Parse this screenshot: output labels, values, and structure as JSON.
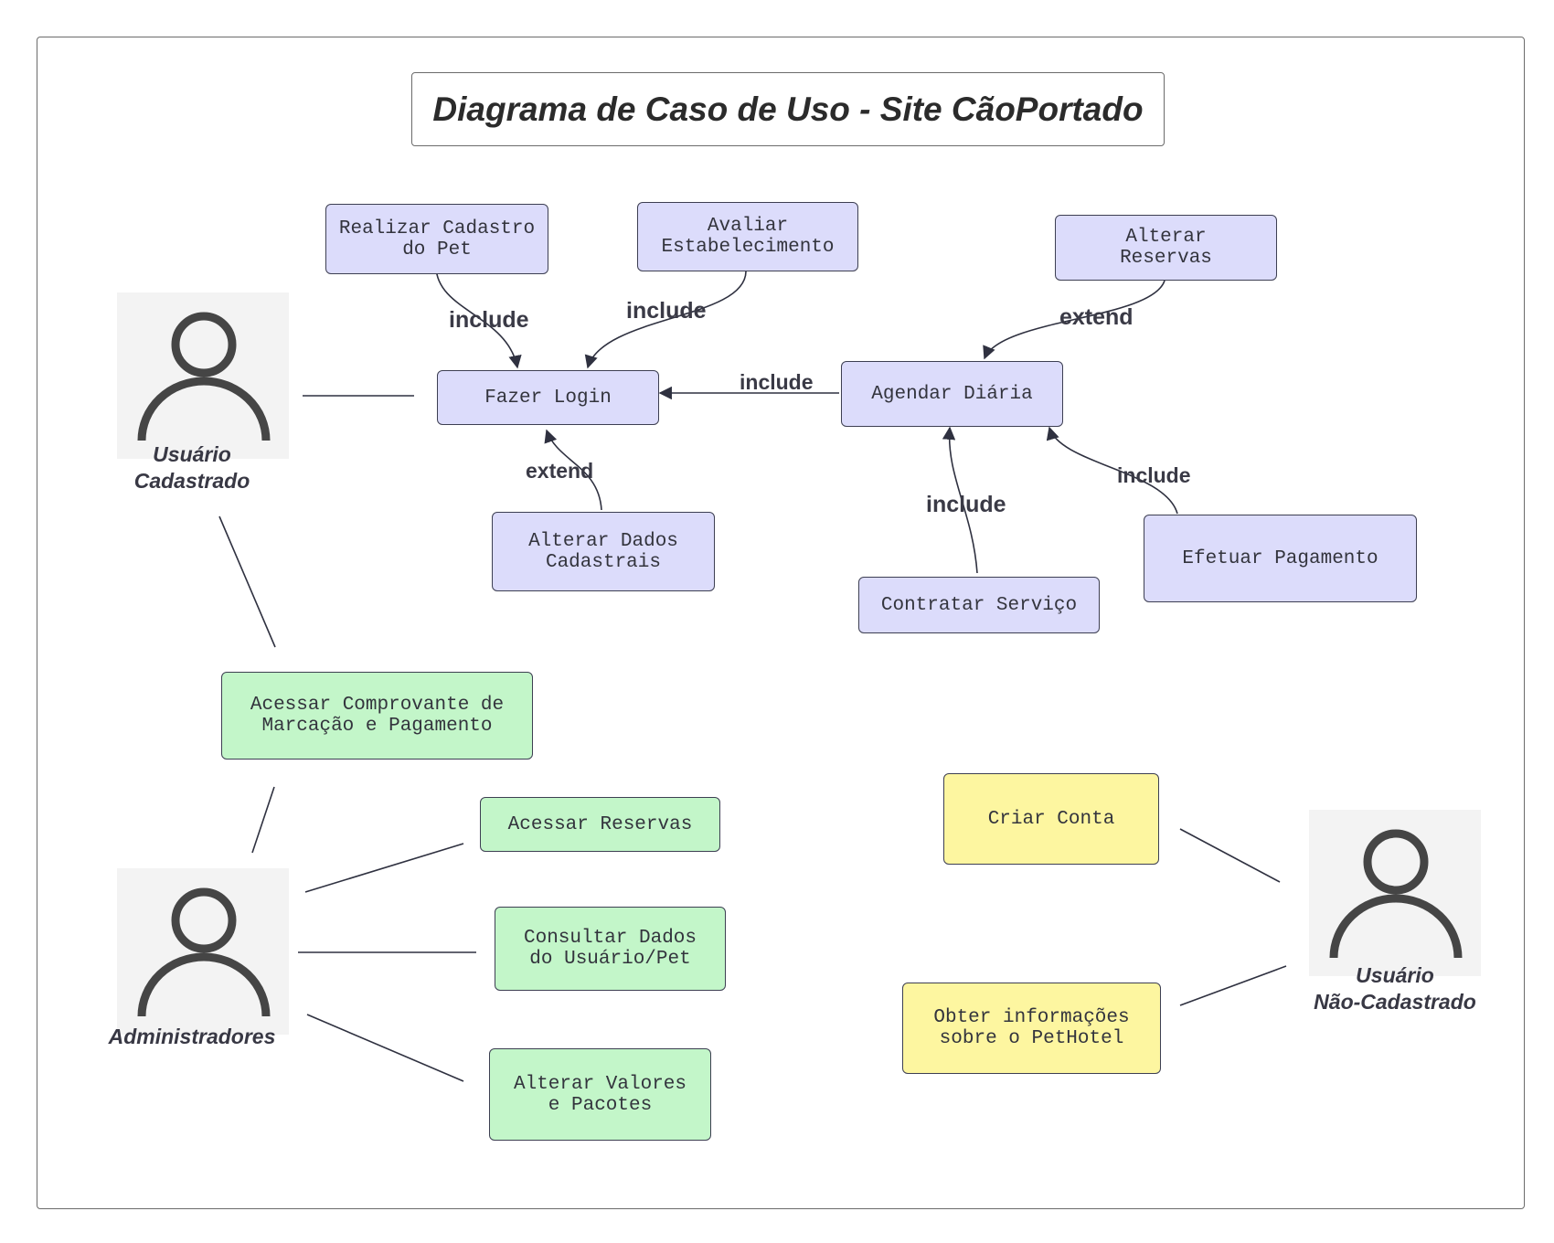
{
  "title": "Diagrama de Caso de Uso - Site CãoPortado",
  "actors": {
    "registered": "Usuário\nCadastrado",
    "admin": "Administradores",
    "unregistered": "Usuário\nNão-Cadastrado"
  },
  "use_cases": {
    "realizar_cadastro_pet": "Realizar Cadastro\ndo Pet",
    "avaliar_estabelecimento": "Avaliar\nEstabelecimento",
    "alterar_reservas": "Alterar\nReservas",
    "fazer_login": "Fazer Login",
    "agendar_diaria": "Agendar Diária",
    "alterar_dados_cadastrais": "Alterar Dados\nCadastrais",
    "contratar_servico": "Contratar Serviço",
    "efetuar_pagamento": "Efetuar Pagamento",
    "acessar_comprovante": "Acessar Comprovante de\nMarcação e Pagamento",
    "acessar_reservas": "Acessar Reservas",
    "consultar_dados": "Consultar Dados\ndo Usuário/Pet",
    "alterar_valores": "Alterar Valores\ne Pacotes",
    "criar_conta": "Criar Conta",
    "obter_informacoes": "Obter informações\nsobre o PetHotel"
  },
  "relationships": {
    "cadastro_pet_to_login": "include",
    "avaliar_to_login": "include",
    "alterar_reservas_to_agendar": "extend",
    "agendar_to_login": "include",
    "alterar_dados_to_login": "extend",
    "contratar_to_agendar": "include",
    "pagamento_to_agendar": "include"
  },
  "colors": {
    "actor_bg": "#f3f3f3",
    "actor_icon": "#454545",
    "blue_case": "#dcdcfb",
    "green_case": "#c3f6c9",
    "yellow_case": "#fdf6a0",
    "line": "#2f3140"
  }
}
